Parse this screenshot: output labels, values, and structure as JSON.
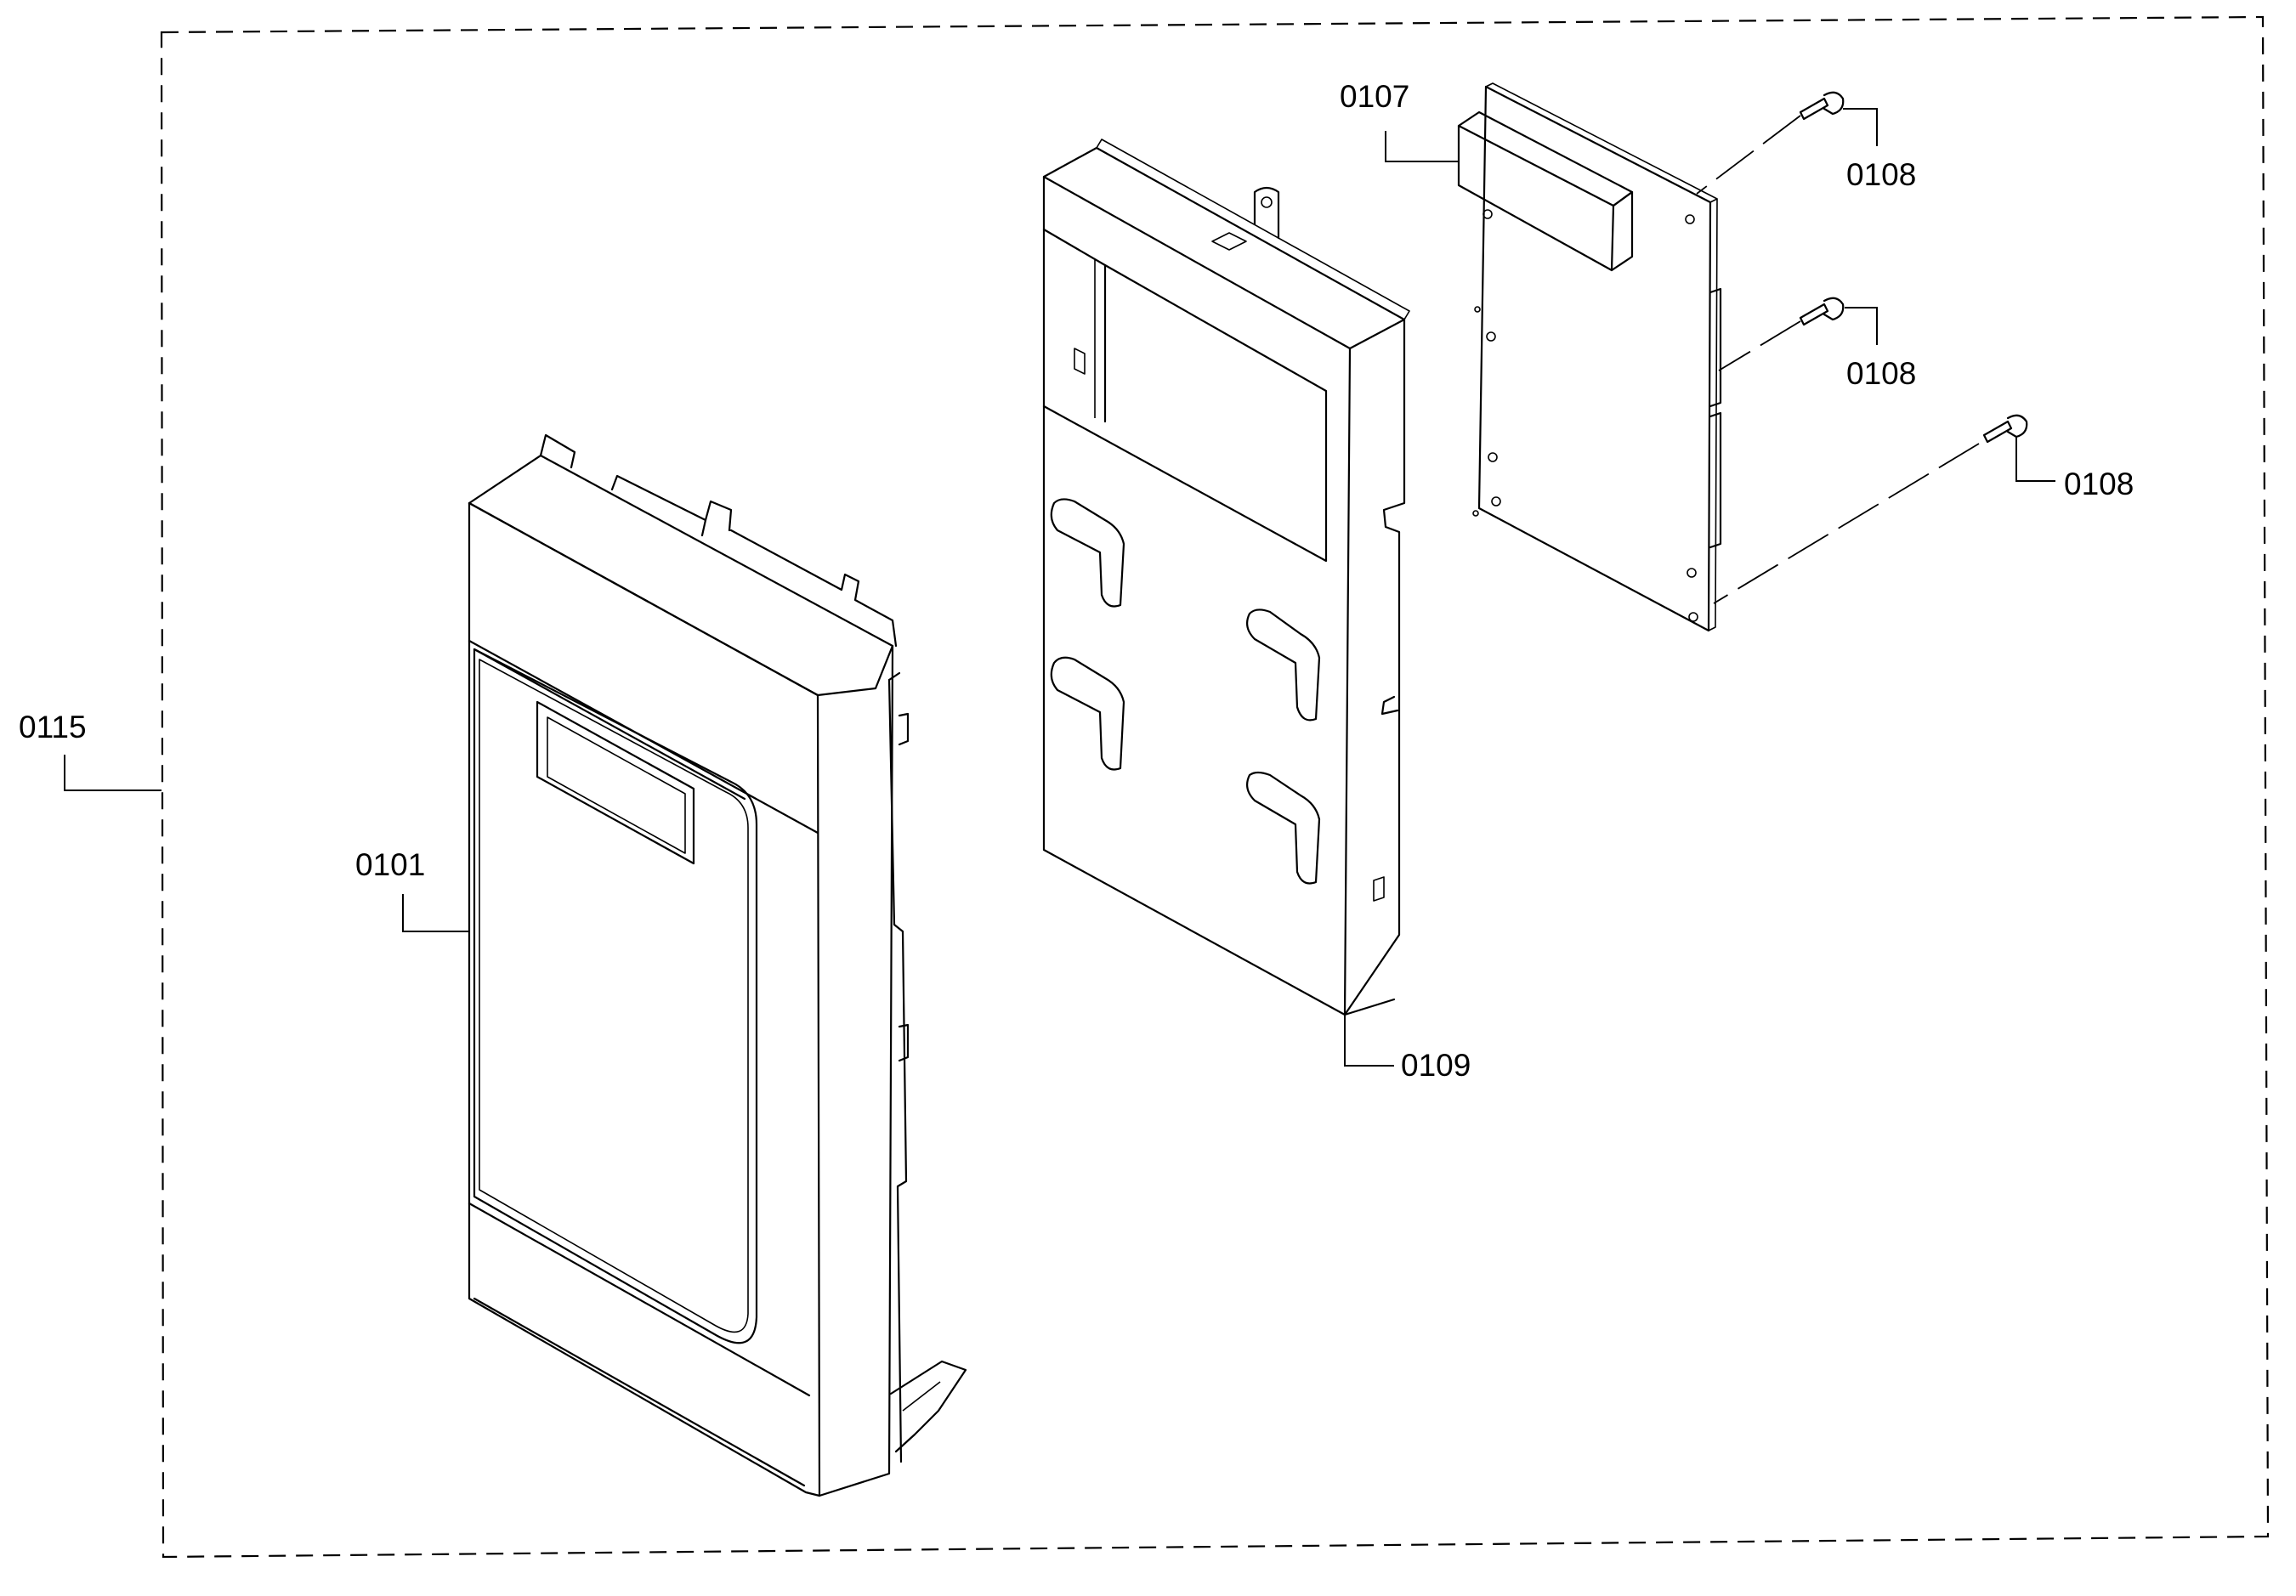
{
  "labels": {
    "assembly": "0115",
    "front_panel": "0101",
    "frame": "0109",
    "module": "0107",
    "screw_top": "0108",
    "screw_mid": "0108",
    "screw_bottom": "0108"
  }
}
